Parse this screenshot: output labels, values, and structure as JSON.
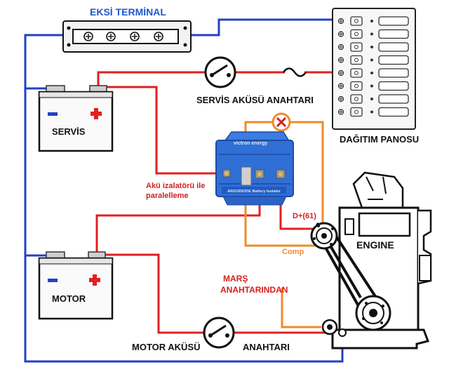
{
  "labels": {
    "negative_terminal": "EKSİ TERMİNAL",
    "distribution_panel": "DAĞITIM PANOSU",
    "service_switch": "SERVİS AKÜSÜ  ANAHTARI",
    "service_battery": "SERVİS",
    "motor_battery": "MOTOR",
    "motor_switch_part1": "MOTOR AKÜSÜ",
    "motor_switch_part2": "ANAHTARI",
    "isolator_note_line1": "Akü izalatörü ile",
    "isolator_note_line2": "paralelleme",
    "alternator_terminal": "D+(61)",
    "comp": "Comp",
    "starter_note_line1": "MARŞ",
    "starter_note_line2": "ANAHTARINDAN",
    "engine": "ENGINE",
    "isolator_brand": "victron energy",
    "isolator_model": "ARGODIODE  Battery Isolator"
  },
  "colors": {
    "negative_wire": "#2340c8",
    "positive_wire": "#e02020",
    "signal_wire": "#ef8a2b",
    "isolator_body": "#2f6fd6",
    "title_blue": "#1f58c8"
  },
  "icons": {
    "fuse": "fuse-icon",
    "switch": "knife-switch-icon",
    "blocked": "x-mark-icon"
  }
}
